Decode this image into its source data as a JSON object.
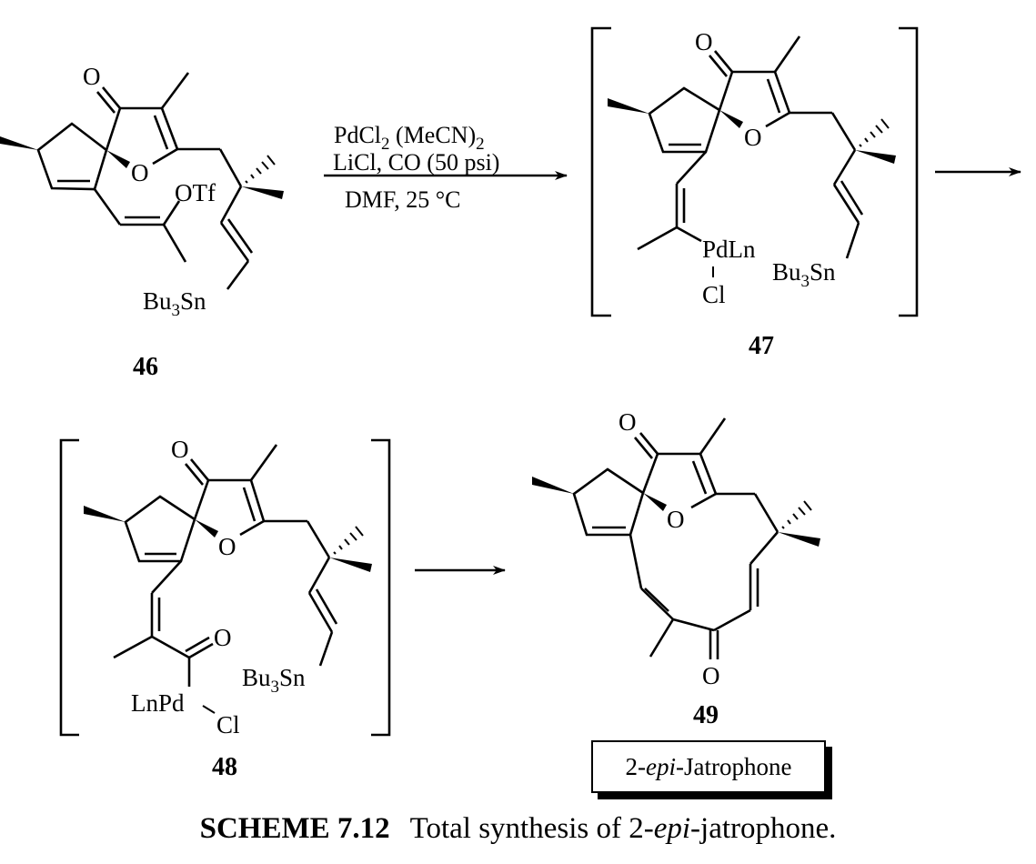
{
  "scheme": {
    "caption_label": "SCHEME 7.12",
    "caption_text_pre": "Total synthesis of 2-",
    "caption_text_italic": "epi",
    "caption_text_post": "-jatrophone."
  },
  "reaction_1": {
    "reagent_line_1_main": "PdCl",
    "reagent_line_1_sub1": "2",
    "reagent_line_1_mid": " (MeCN)",
    "reagent_line_1_sub2": "2",
    "reagent_line_2": "LiCl, CO (50 psi)",
    "conditions": "DMF, 25 °C"
  },
  "compounds": [
    {
      "id": "46",
      "atoms": {
        "ketone_O": "O",
        "ring_O": "O",
        "triflate": "OTf",
        "stannane_main": "Bu",
        "stannane_sub": "3",
        "stannane_end": "Sn"
      }
    },
    {
      "id": "47",
      "bracketed": true,
      "atoms": {
        "ketone_O": "O",
        "ring_O": "O",
        "pd": "PdLn",
        "cl": "Cl",
        "stannane_main": "Bu",
        "stannane_sub": "3",
        "stannane_end": "Sn"
      }
    },
    {
      "id": "48",
      "bracketed": true,
      "atoms": {
        "ketone_O": "O",
        "ring_O": "O",
        "acyl_O": "O",
        "pd": "LnPd",
        "cl": "Cl",
        "stannane_main": "Bu",
        "stannane_sub": "3",
        "stannane_end": "Sn"
      }
    },
    {
      "id": "49",
      "atoms": {
        "ketone_O": "O",
        "ring_O": "O",
        "enone_O": "O"
      },
      "name_pre": "2-",
      "name_italic": "epi",
      "name_post": "-Jatrophone"
    }
  ],
  "arrows": [
    {
      "from": "46",
      "to": "47",
      "type": "reaction-arrow"
    },
    {
      "from": "47",
      "to": "48",
      "type": "reaction-arrow"
    },
    {
      "from": "48",
      "to": "49",
      "type": "reaction-arrow"
    }
  ]
}
